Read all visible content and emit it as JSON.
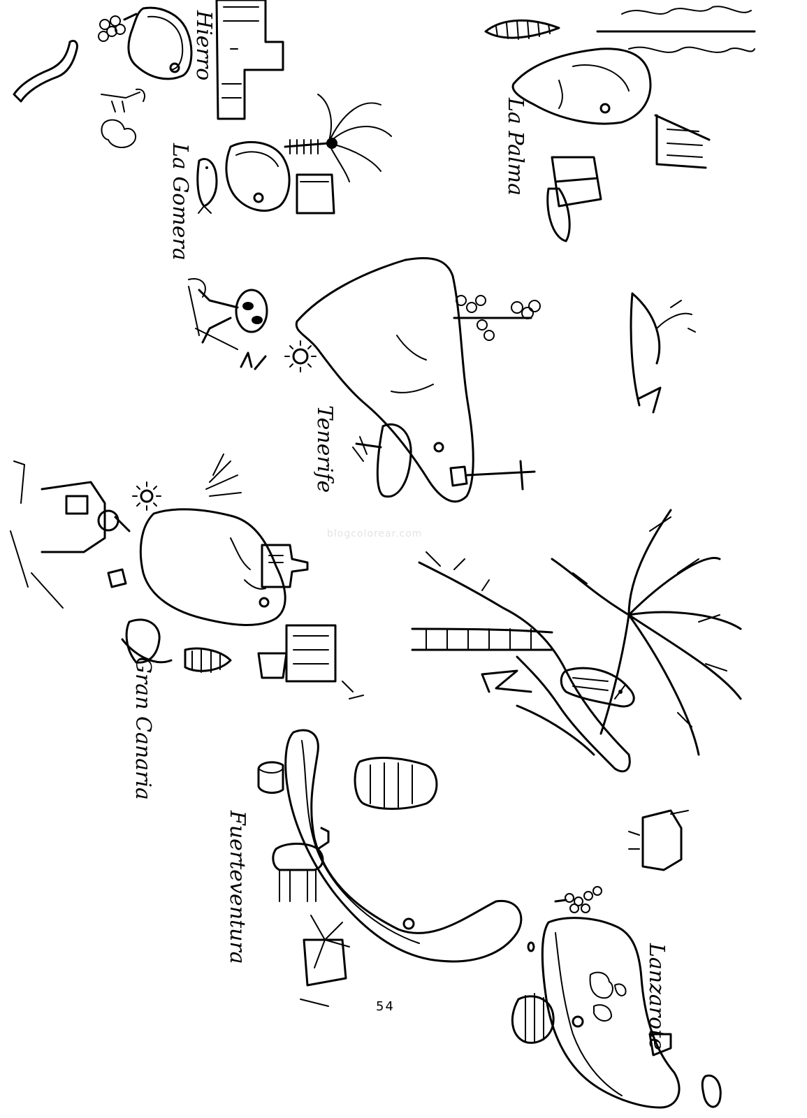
{
  "islands": {
    "el_hierro": "Hierro",
    "la_gomera": "La Gomera",
    "la_palma": "La Palma",
    "tenerife": "Tenerife",
    "gran_canaria": "Gran Canaria",
    "fuerteventura": "Fuerteventura",
    "lanzarote": "Lanzarote"
  },
  "page_number": "54",
  "watermark": "blogcolorear.com",
  "colors": {
    "ink": "#000000",
    "paper": "#ffffff"
  },
  "illustrations": [
    "palm-tree-icon",
    "parrot-icon",
    "dragon-tree-icon",
    "banana-bunch-icon",
    "grapes-icon",
    "fish-icon",
    "sun-icon",
    "sailboat-icon",
    "whale-icon",
    "camel-icon",
    "windmill-icon",
    "cactus-icon",
    "cheese-icon",
    "church-icon",
    "cross-icon",
    "bottle-icon",
    "tourist-icon",
    "bather-icon",
    "onion-icon",
    "pine-tree-icon",
    "boat-icon",
    "flower-icon"
  ]
}
